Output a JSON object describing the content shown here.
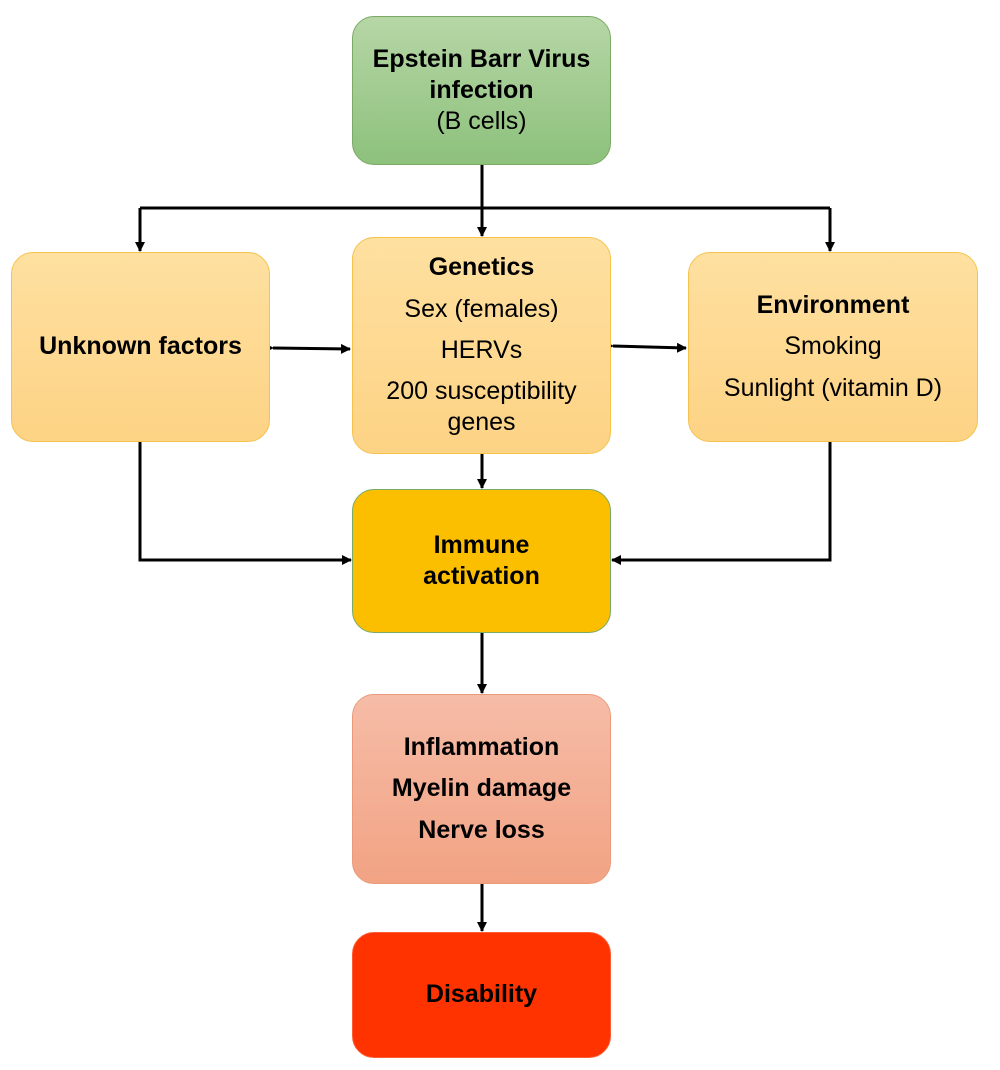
{
  "nodes": {
    "ebv": {
      "title_line1": "Epstein Barr Virus",
      "title_line2": "infection",
      "subtitle": "(B cells)"
    },
    "unknown": {
      "title": "Unknown factors"
    },
    "genetics": {
      "title": "Genetics",
      "item1": "Sex (females)",
      "item2": "HERVs",
      "item3_line1": "200 susceptibility",
      "item3_line2": "genes"
    },
    "environment": {
      "title": "Environment",
      "item1": "Smoking",
      "item2": "Sunlight (vitamin D)"
    },
    "immune": {
      "line1": "Immune",
      "line2": "activation"
    },
    "damage": {
      "line1": "Inflammation",
      "line2": "Myelin damage",
      "line3": "Nerve loss"
    },
    "disability": {
      "title": "Disability"
    }
  },
  "colors": {
    "ebv": "#a2cc8f",
    "secondary_factors": "#fdd891",
    "immune": "#fbbf00",
    "damage": "#f4ae94",
    "disability": "#ff3300",
    "arrow": "#000000"
  }
}
